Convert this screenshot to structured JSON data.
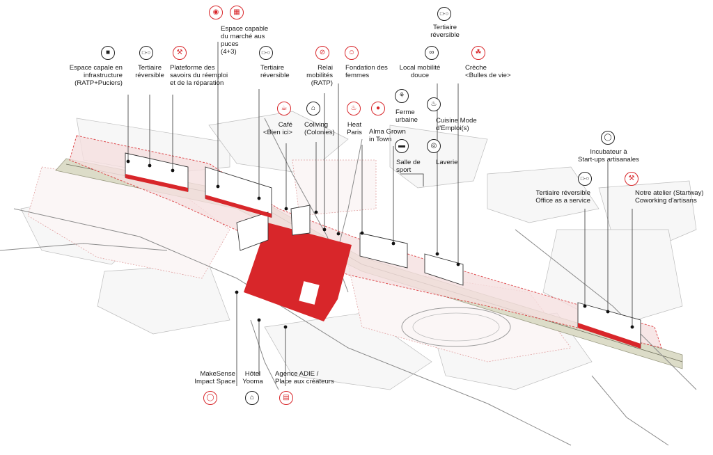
{
  "colors": {
    "accent": "#d8262a",
    "ink": "#1a1a1a",
    "parcel_fill": "#f3dede",
    "rail": "#dcdcc8"
  },
  "labels": {
    "espace_capale": "Espace capale en\ninfrastructure\n(RATP+Puciers)",
    "tertiaire_1": "Tertiaire\nréversible",
    "plateforme": "Plateforme des\nsavoirs du réemploi\net de la réparation",
    "espace_capable": "Espace capable\ndu marché aus\npuces\n(4+3)",
    "tertiaire_2": "Tertiaire\nréversible",
    "relai": "Relai\nmobilités\n(RATP)",
    "fondation": "Fondation des\nfemmes",
    "tertiaire_3": "Tertiaire\nréversible",
    "local_mobilite": "Local mobilité\ndouce",
    "creche": "Crèche\n<Bulles de vie>",
    "cafe": "Café\n<Bien ici>",
    "coliving": "Coliving\n(Colonies)",
    "heat": "Heat\nParis",
    "alma": "Alma Grown\nin Town",
    "ferme": "Ferme\nurbaine",
    "cuisine": "Cuisine Mode\nd'Emploi(s)",
    "salle": "Salle de\nsport",
    "laverie": "Laverie",
    "incubateur": "Incubateur à\nStart-ups artisanales",
    "tertiaire_office": "Tertiaire réversible\nOffice as a service",
    "notre_atelier": "Notre atelier (Startway)\nCoworking d'artisans",
    "makesense": "MakeSense\nImpact Space",
    "hotel": "Hôtel\nYooma",
    "agence": "Agence ADIE /\nPlace aux créateurs"
  },
  "icons": [
    {
      "name": "bus-icon",
      "color": "black"
    },
    {
      "name": "reversible-office-icon",
      "color": "black"
    },
    {
      "name": "tools-icon",
      "color": "red"
    },
    {
      "name": "globe-icon",
      "color": "red"
    },
    {
      "name": "market-stall-icon",
      "color": "red"
    },
    {
      "name": "reversible-office-icon",
      "color": "black"
    },
    {
      "name": "bike-repair-icon",
      "color": "red"
    },
    {
      "name": "women-foundation-icon",
      "color": "red"
    },
    {
      "name": "reversible-office-icon",
      "color": "black"
    },
    {
      "name": "bicycle-icon",
      "color": "black"
    },
    {
      "name": "creche-icon",
      "color": "red"
    },
    {
      "name": "coffee-cup-icon",
      "color": "red"
    },
    {
      "name": "coliving-icon",
      "color": "black"
    },
    {
      "name": "heat-food-icon",
      "color": "red"
    },
    {
      "name": "tomato-icon",
      "color": "red"
    },
    {
      "name": "plant-icon",
      "color": "black"
    },
    {
      "name": "chef-hat-icon",
      "color": "black"
    },
    {
      "name": "dumbbell-icon",
      "color": "black"
    },
    {
      "name": "washing-machine-icon",
      "color": "black"
    },
    {
      "name": "lightbulb-icon",
      "color": "black"
    },
    {
      "name": "reversible-office-icon",
      "color": "black"
    },
    {
      "name": "workshop-icon",
      "color": "red"
    },
    {
      "name": "lightbulb-icon",
      "color": "red"
    },
    {
      "name": "hotel-icon",
      "color": "black"
    },
    {
      "name": "shopping-bag-icon",
      "color": "red"
    }
  ]
}
